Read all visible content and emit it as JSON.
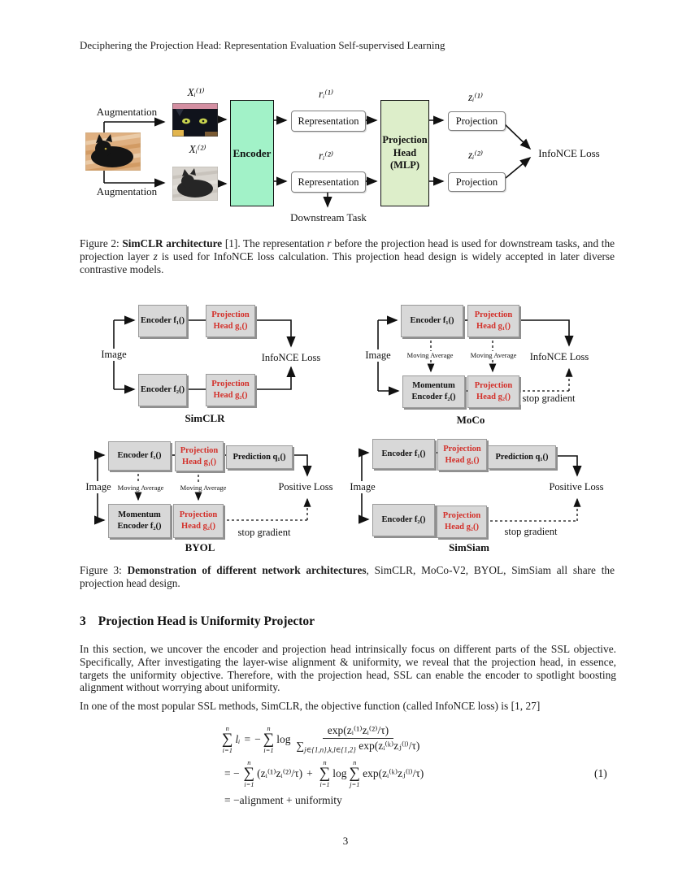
{
  "page": {
    "header": "Deciphering the Projection Head: Representation Evaluation Self-supervised Learning",
    "page_number": "3"
  },
  "figure2": {
    "augmentation_top": "Augmentation",
    "augmentation_bottom": "Augmentation",
    "x1": "Xᵢ⁽¹⁾",
    "x2": "Xᵢ⁽²⁾",
    "r1": "rᵢ⁽¹⁾",
    "r2": "rᵢ⁽²⁾",
    "z1": "zᵢ⁽¹⁾",
    "z2": "zᵢ⁽²⁾",
    "encoder": "Encoder",
    "projection_head_line1": "Projection",
    "projection_head_line2": "Head",
    "projection_head_line3": "(MLP)",
    "representation1": "Representation",
    "representation2": "Representation",
    "projection1": "Projection",
    "projection2": "Projection",
    "infonce": "InfoNCE Loss",
    "downstream": "Downstream Task",
    "images": {
      "original": "black-cat-photo",
      "augmented1": "augmented-dark-crop",
      "augmented2": "augmented-gray-crop"
    }
  },
  "caption2": {
    "p1": "Figure 2: ",
    "b1": "SimCLR architecture",
    "p2": " [1]. The representation ",
    "i1": "r",
    "p3": " before the projection head is used for downstream tasks, and the projection layer ",
    "i2": "z",
    "p4": " is used for InfoNCE loss calculation. This projection head design is widely accepted in later diverse contrastive models."
  },
  "figure3": {
    "simclr": {
      "image": "Image",
      "encoder1": "Encoder f₁()",
      "ph1a": "Projection",
      "ph1b": "Head g₁()",
      "loss": "InfoNCE Loss",
      "encoder2": "Encoder f₂()",
      "ph2a": "Projection",
      "ph2b": "Head g₂()",
      "name": "SimCLR"
    },
    "moco": {
      "image": "Image",
      "encoder1": "Encoder f₁()",
      "ph1a": "Projection",
      "ph1b": "Head g₁()",
      "ma1": "Moving Average",
      "ma2": "Moving Average",
      "loss": "InfoNCE Loss",
      "momentum1": "Momentum",
      "momentum2": "Encoder f₂()",
      "ph2a": "Projection",
      "ph2b": "Head g₂()",
      "stop": "stop gradient",
      "name": "MoCo"
    },
    "byol": {
      "image": "Image",
      "encoder1": "Encoder f₁()",
      "ph1a": "Projection",
      "ph1b": "Head g₁()",
      "prediction": "Prediction q₁()",
      "ma1": "Moving Average",
      "ma2": "Moving Average",
      "loss": "Positive Loss",
      "momentum1": "Momentum",
      "momentum2": "Encoder f₂()",
      "ph2a": "Projection",
      "ph2b": "Head g₂()",
      "stop": "stop gradient",
      "name": "BYOL"
    },
    "simsiam": {
      "image": "Image",
      "encoder1": "Encoder f₁()",
      "ph1a": "Projection",
      "ph1b": "Head g₁()",
      "prediction": "Prediction q₁()",
      "loss": "Positive Loss",
      "encoder2": "Encoder f₂()",
      "ph2a": "Projection",
      "ph2b": "Head g₂()",
      "stop": "stop gradient",
      "name": "SimSiam"
    }
  },
  "caption3": {
    "p1": "Figure 3: ",
    "b1": "Demonstration of different network architectures",
    "p2": ", SimCLR, MoCo-V2, BYOL, SimSiam all share the projection head design."
  },
  "section3": {
    "number": "3",
    "title": "Projection Head is Uniformity Projector"
  },
  "paragraphs": {
    "p1": "In this section, we uncover the encoder and projection head intrinsically focus on different parts of the SSL objective. Specifically, After investigating the layer-wise alignment & uniformity, we reveal that the projection head, in essence, targets the uniformity objective. Therefore, with the projection head, SSL can enable the encoder to spotlight boosting alignment without worrying about uniformity.",
    "p2": "In one of the most popular SSL methods, SimCLR, the objective function (called InfoNCE loss) is [1, 27]"
  },
  "equation": {
    "sym": "∑",
    "number": "(1)",
    "line1": {
      "sum1_top": "n",
      "sum1_bot": "i=1",
      "lhs": "lᵢ",
      "eq": "=",
      "minus": "−",
      "sum2_top": "n",
      "sum2_bot": "i=1",
      "log": "log",
      "frac_num": "exp(zᵢ⁽¹⁾zᵢ⁽²⁾/τ)",
      "frac_den_sub": "j∈{1,n},k,l∈{1,2}",
      "frac_den_rest": "exp(zᵢ⁽ᵏ⁾zⱼ⁽ˡ⁾/τ)"
    },
    "line2": {
      "eq": "= −",
      "sum1_top": "n",
      "sum1_bot": "i=1",
      "term1": "(zᵢ⁽¹⁾zᵢ⁽²⁾/τ)",
      "plus": "+",
      "sum2_top": "n",
      "sum2_bot": "i=1",
      "log": "log",
      "sum3_top": "n",
      "sum3_bot": "j=1",
      "term2": "exp(zᵢ⁽ᵏ⁾zⱼ⁽ˡ⁾/τ)"
    },
    "line3": "= −alignment + uniformity"
  },
  "colors": {
    "encoder_green": "#a2f2c8",
    "projection_head_green": "#ddeeca",
    "accent_red": "#d3302a",
    "figure_box_gray": "#d8d8d8"
  }
}
